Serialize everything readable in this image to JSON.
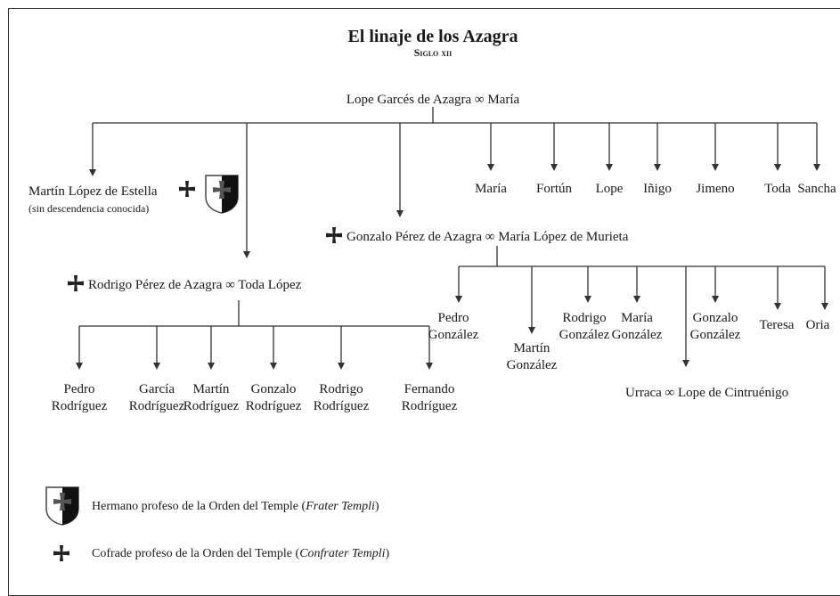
{
  "title": "El linaje de los Azagra",
  "subtitle": "Siglo xii",
  "root": "Lope Garcés de Azagra ∞ María",
  "sons_of_root": {
    "martin": "Martín López de Estella",
    "martin_note": "(sin descendencia conocida)",
    "rodrigo": "Rodrigo Pérez de Azagra ∞ Toda López",
    "gonzalo": "Gonzalo Pérez de Azagra ∞ María López de Murieta"
  },
  "root_children_right": [
    "María",
    "Fortún",
    "Lope",
    "Iñigo",
    "Jimeno",
    "Toda",
    "Sancha"
  ],
  "rodrigo_children": [
    [
      "Pedro",
      "Rodríguez"
    ],
    [
      "García",
      "Rodríguez"
    ],
    [
      "Martín",
      "Rodríguez"
    ],
    [
      "Gonzalo",
      "Rodríguez"
    ],
    [
      "Rodrigo",
      "Rodríguez"
    ],
    [
      "Fernando",
      "Rodríguez"
    ]
  ],
  "gonzalo_children": [
    [
      "Pedro",
      "González"
    ],
    [
      "Martín",
      "González"
    ],
    [
      "Rodrigo",
      "González"
    ],
    [
      "María",
      "González"
    ],
    "Urraca ∞ Lope de Cintruénigo",
    [
      "Gonzalo",
      "González"
    ],
    "Teresa",
    "Oria"
  ],
  "legend": {
    "frater_prefix": "Hermano profeso de la Orden del Temple (",
    "frater_italic": "Frater Templi",
    "frater_suffix": ")",
    "confrater_prefix": "Cofrade profeso de la Orden del Temple (",
    "confrater_italic": "Confrater Templi",
    "confrater_suffix": ")"
  },
  "colors": {
    "ink": "#1a1a1a",
    "line": "#333333",
    "shield_dark": "#111111"
  }
}
